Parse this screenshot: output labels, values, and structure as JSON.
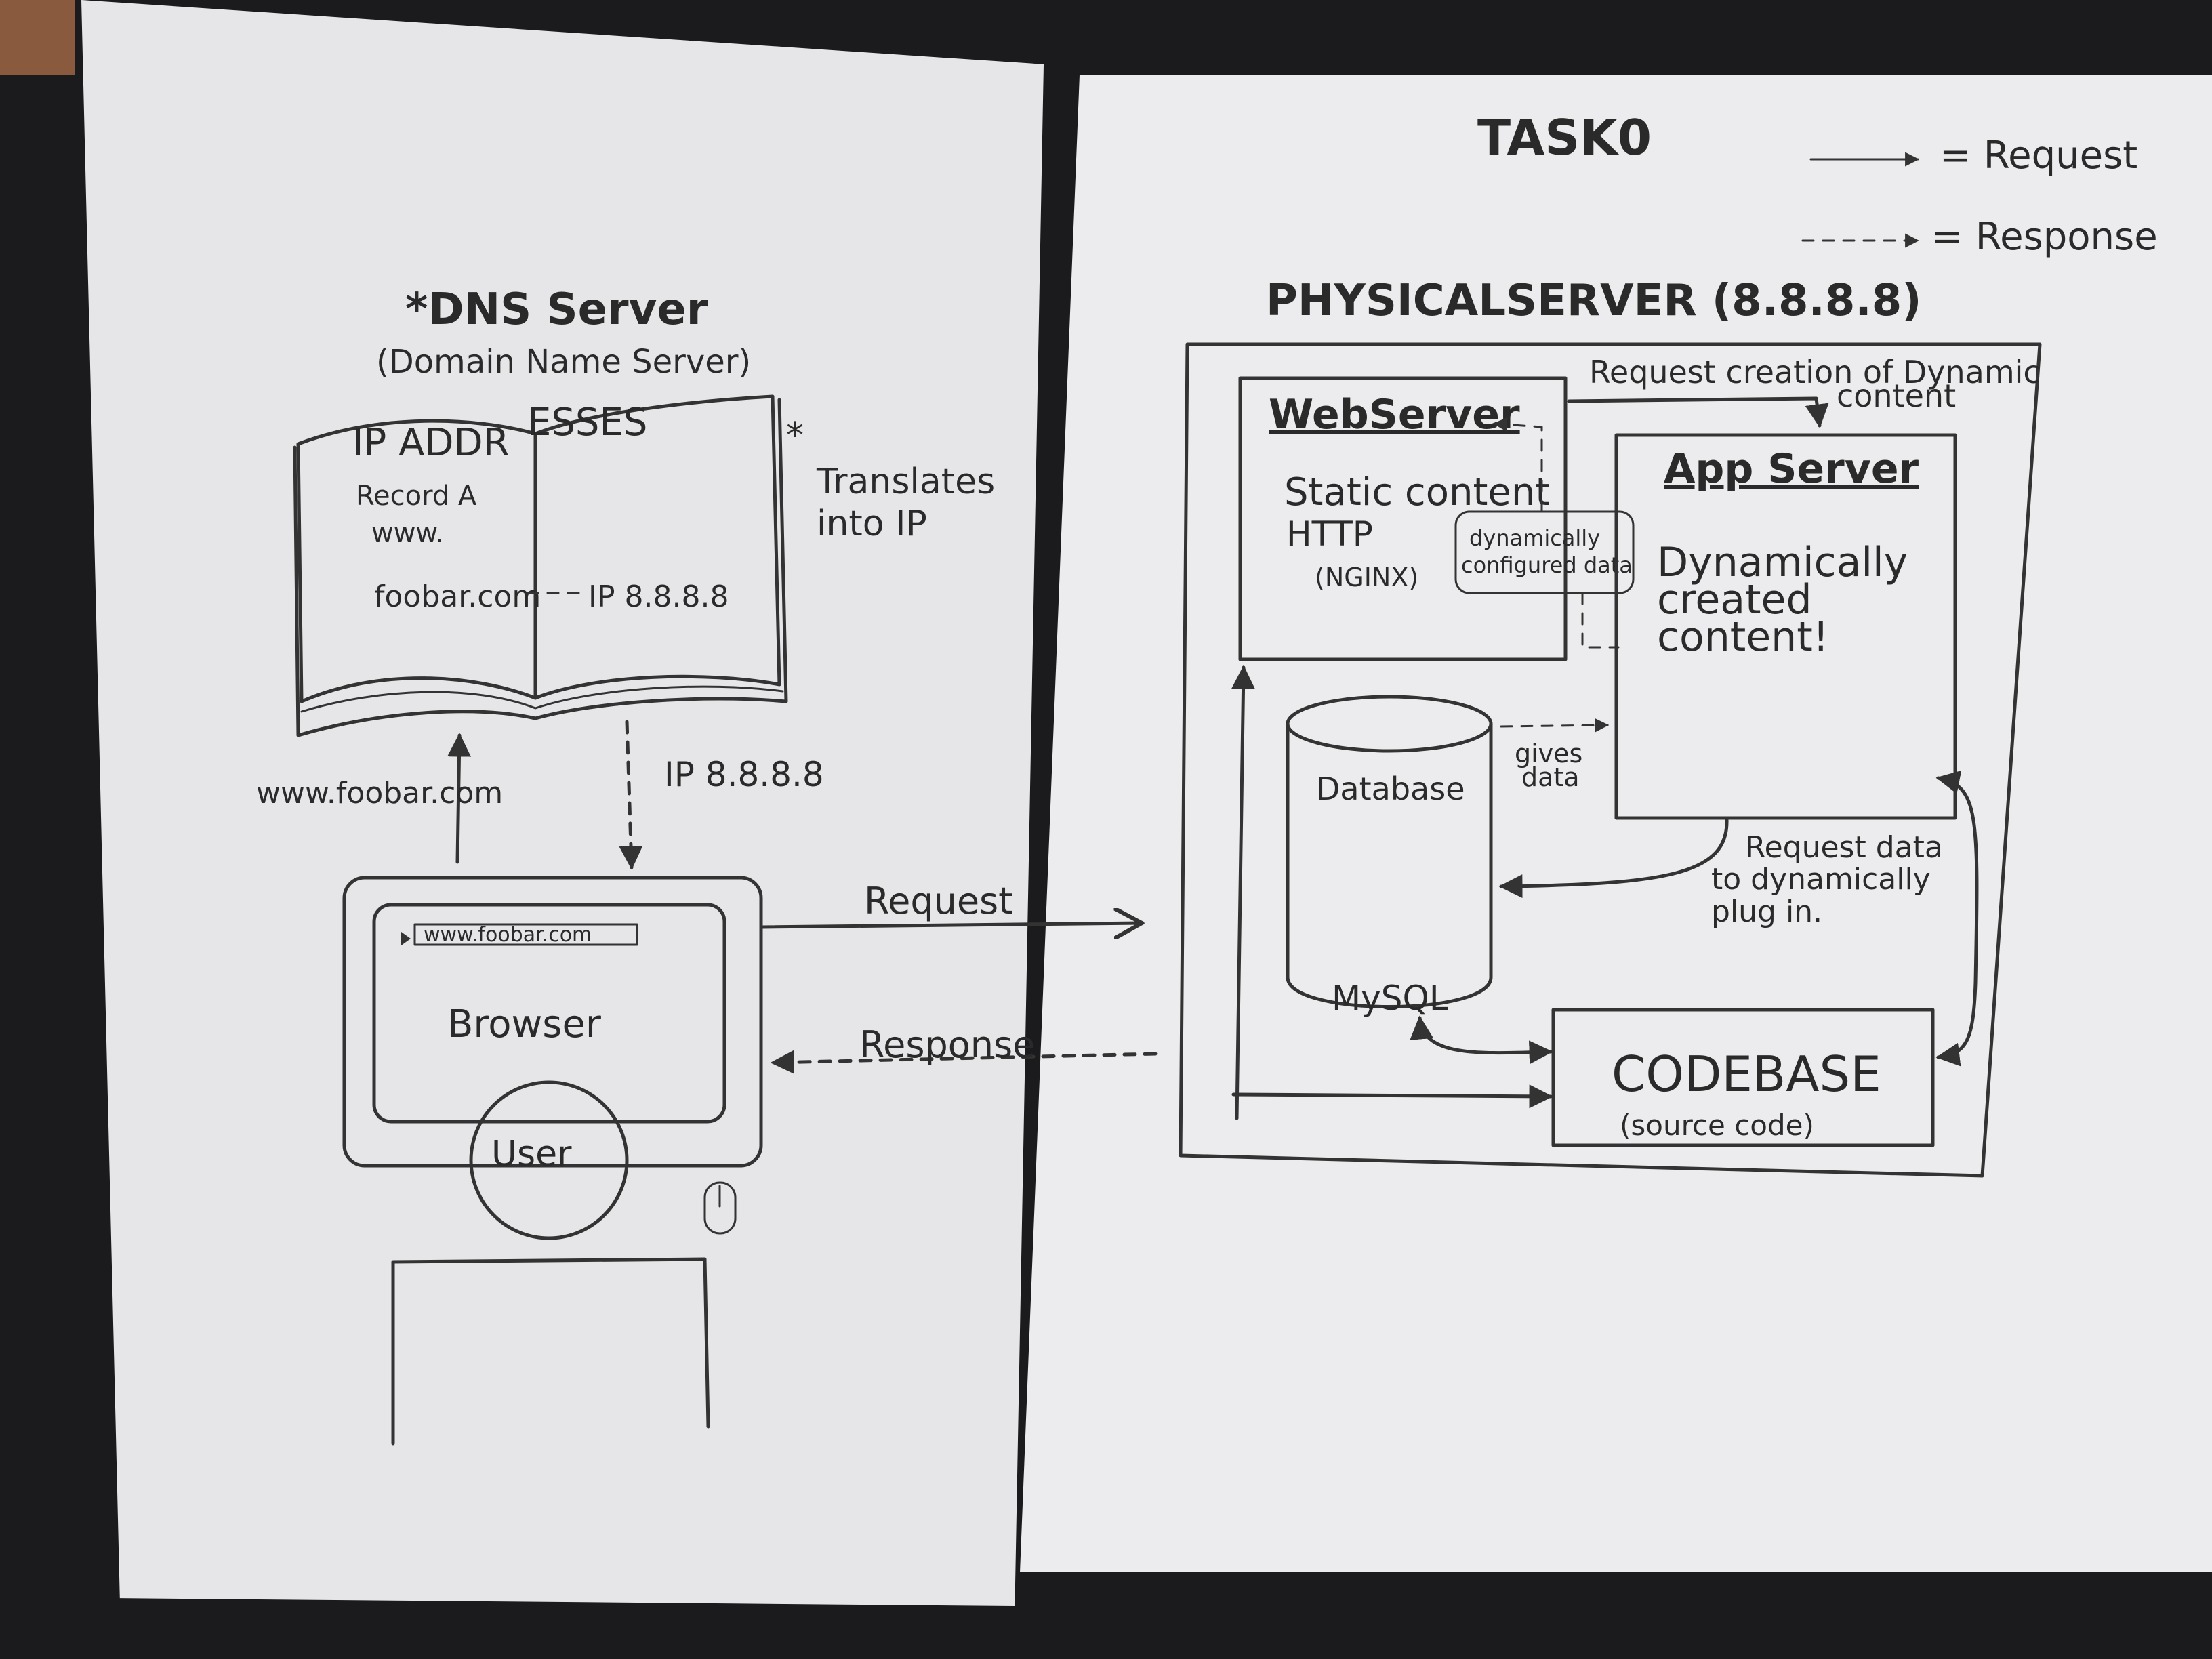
{
  "title": "TASK0",
  "legend": {
    "request": "= Request",
    "response": "= Response"
  },
  "dns": {
    "title": "*DNS Server",
    "subtitle": "(Domain Name Server)",
    "book_heading_left": "IP ADDR",
    "book_heading_right": "ESSES",
    "record": "Record A",
    "www": "www.",
    "domain": "foobar.com",
    "ip": "IP 8.8.8.8",
    "note_star": "*",
    "note_line1": "Translates",
    "note_line2": "into IP"
  },
  "query": {
    "domain": "www.foobar.com",
    "ip": "IP 8.8.8.8"
  },
  "client": {
    "url": "www.foobar.com",
    "browser": "Browser",
    "user": "User",
    "request": "Request",
    "response": "Response"
  },
  "server": {
    "title": "PHYSICALSERVER (8.8.8.8)",
    "web_server": "WebServer",
    "static_content": "Static content",
    "http": "HTTP",
    "nginx": "(NGINX)",
    "dynamic_data_line1": "dynamically",
    "dynamic_data_line2": "configured data",
    "request_dynamic_line1": "Request creation of Dynamic",
    "request_dynamic_line2": "content",
    "app_server": "App Server",
    "app_line1": "Dynamically",
    "app_line2": "created",
    "app_line3": "content!",
    "database": "Database",
    "mysql": "MySQL",
    "gives_line1": "gives",
    "gives_line2": "data",
    "request_data_line1": "Request data",
    "request_data_line2": "to dynamically",
    "request_data_line3": "plug in.",
    "codebase": "CODEBASE",
    "source_code": "(source code)"
  }
}
